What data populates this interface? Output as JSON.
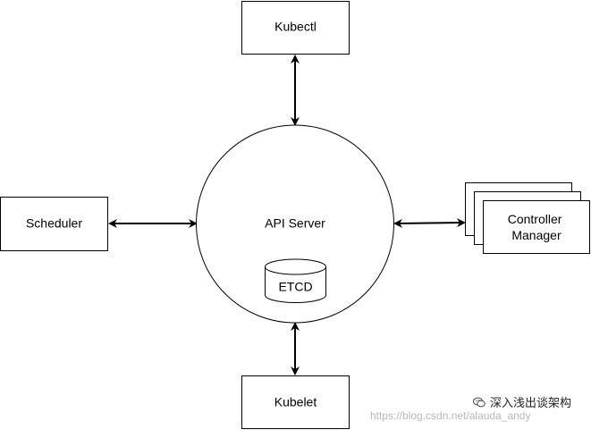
{
  "nodes": {
    "kubectl": "Kubectl",
    "scheduler": "Scheduler",
    "api_server": "API Server",
    "etcd": "ETCD",
    "controller_manager": [
      "Controller",
      "Manager"
    ],
    "kubelet": "Kubelet"
  },
  "watermark": {
    "brand": "深入浅出谈架构",
    "url": "https://blog.csdn.net/alauda_andy",
    "icon": "wechat-icon"
  },
  "colors": {
    "stroke": "#000000",
    "fill": "#ffffff",
    "watermark_url": "#b8b8b8"
  }
}
